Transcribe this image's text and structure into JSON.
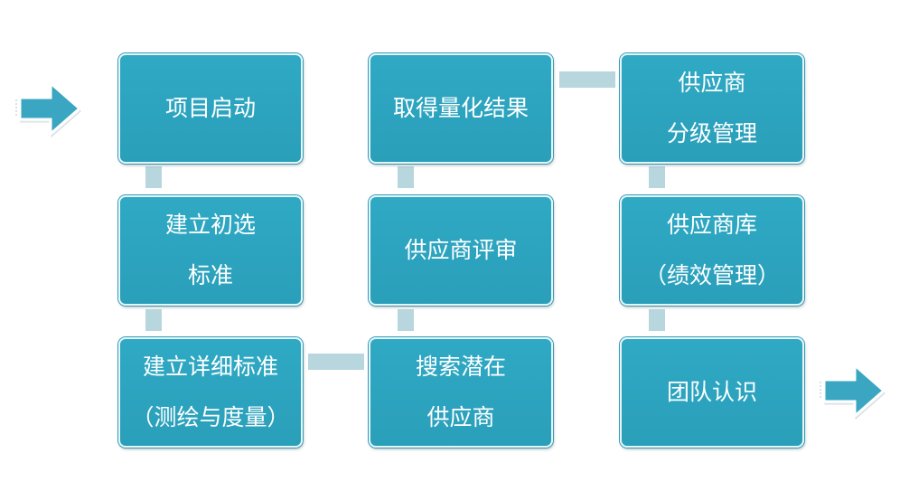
{
  "colors": {
    "box_fill": "#2ba3bd",
    "box_border": "#e8f4f7",
    "connector": "#b7d6de",
    "arrow_fill": "#3aa6c2"
  },
  "steps": {
    "s1": {
      "lines": [
        "项目启动"
      ]
    },
    "s2": {
      "lines": [
        "建立初选",
        "标准"
      ]
    },
    "s3": {
      "lines": [
        "建立详细标准",
        "（测绘与度量）"
      ]
    },
    "s4": {
      "lines": [
        "搜索潜在",
        "供应商"
      ]
    },
    "s5": {
      "lines": [
        "供应商评审"
      ]
    },
    "s6": {
      "lines": [
        "取得量化结果"
      ]
    },
    "s7": {
      "lines": [
        "供应商",
        "分级管理"
      ]
    },
    "s8": {
      "lines": [
        "供应商库",
        "（绩效管理）"
      ]
    },
    "s9": {
      "lines": [
        "团队认识"
      ]
    }
  },
  "icons": {
    "start": "right-arrow-icon",
    "end": "right-arrow-icon"
  }
}
